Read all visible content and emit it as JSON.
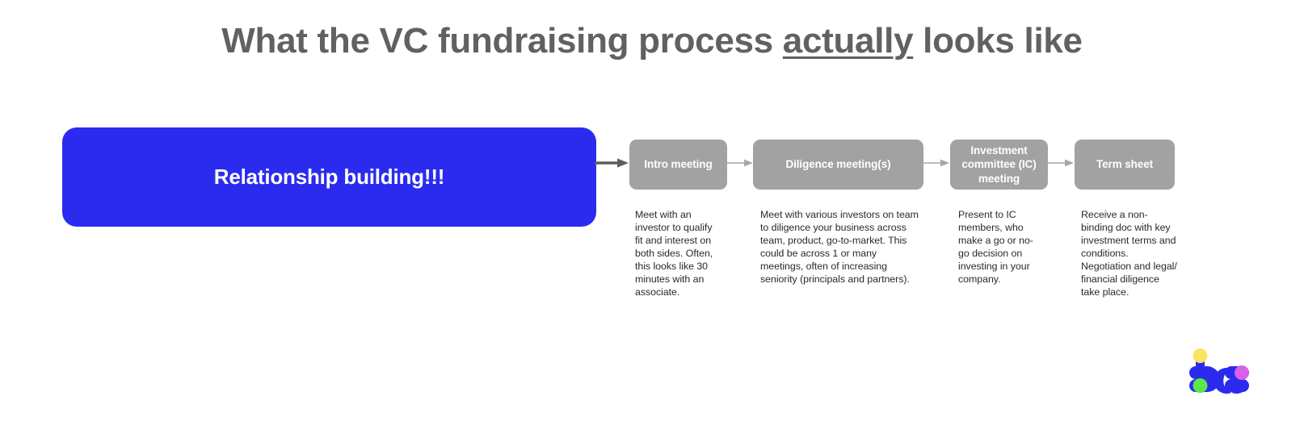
{
  "slide": {
    "title_part_1": "What the VC fundraising process ",
    "title_emphasis": "actually",
    "title_part_2": " looks like",
    "title_full": "What the VC fundraising process actually looks like",
    "background_color": "#FFFFFF"
  },
  "colors": {
    "primary_blue": "#2B2BF0",
    "stage_gray": "#A2A2A2",
    "title_gray": "#616161",
    "body_text": "#2A2A2A",
    "arrow_dark": "#5E5E5E",
    "arrow_light": "#A6A6A6",
    "logo_yellow": "#F7E463",
    "logo_green": "#5CE64A",
    "logo_magenta": "#D861E8",
    "logo_blue": "#2B2BF0"
  },
  "flow": {
    "primary_stage": {
      "label": "Relationship building!!!",
      "fill": "#2B2BF0",
      "text_color": "#FFFFFF"
    },
    "stages": [
      {
        "id": "intro-meeting",
        "label": "Intro meeting",
        "description": "Meet with an investor to qualify fit and interest on both sides. Often, this looks like 30 minutes with an associate."
      },
      {
        "id": "diligence-meetings",
        "label": "Diligence meeting(s)",
        "description": "Meet with various investors on team to diligence your business across team, product, go-to-market. This could be across 1 or many meetings, often of increasing seniority (principals and partners)."
      },
      {
        "id": "investment-committee-meeting",
        "label": "Investment committee (IC) meeting",
        "description": "Present to IC members, who make a go or no-go decision on investing in your company."
      },
      {
        "id": "term-sheet",
        "label": "Term sheet",
        "description": "Receive a non-binding doc with key investment terms and conditions. Negotiation and legal/ financial diligence take place."
      }
    ],
    "connectors": [
      {
        "id": "connector-primary-to-intro",
        "style": "thick-dark"
      },
      {
        "id": "connector-intro-to-diligence",
        "style": "thin-light"
      },
      {
        "id": "connector-diligence-to-ic",
        "style": "thin-light"
      },
      {
        "id": "connector-ic-to-term-sheet",
        "style": "thin-light"
      }
    ]
  },
  "logo": {
    "name": "bc-monogram-logo",
    "alt_text": "bc"
  }
}
